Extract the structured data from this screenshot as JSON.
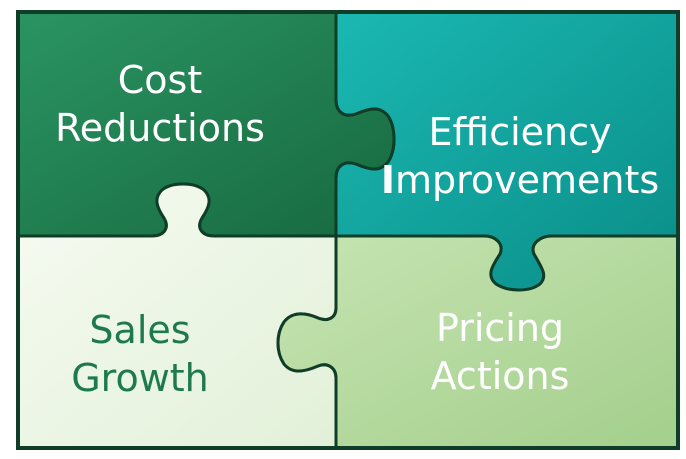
{
  "pieces": {
    "cost": {
      "line1": "Cost",
      "line2": "Reductions",
      "color": "#1e7a4e",
      "text_color": "#ffffff"
    },
    "efficiency": {
      "line1": "Efficiency",
      "line2_first": "I",
      "line2_rest": "mprovements",
      "color": "#10a39e",
      "text_color": "#ffffff"
    },
    "sales": {
      "line1": "Sales",
      "line2": "Growth",
      "color": "#eef7e8",
      "text_color": "#1e7a4e"
    },
    "pricing": {
      "line1": "Pricing",
      "line2": "Actions",
      "color": "#b7dba2",
      "text_color": "#ffffff"
    }
  },
  "colors": {
    "border": "#0f3d27",
    "background": "#ffffff"
  }
}
